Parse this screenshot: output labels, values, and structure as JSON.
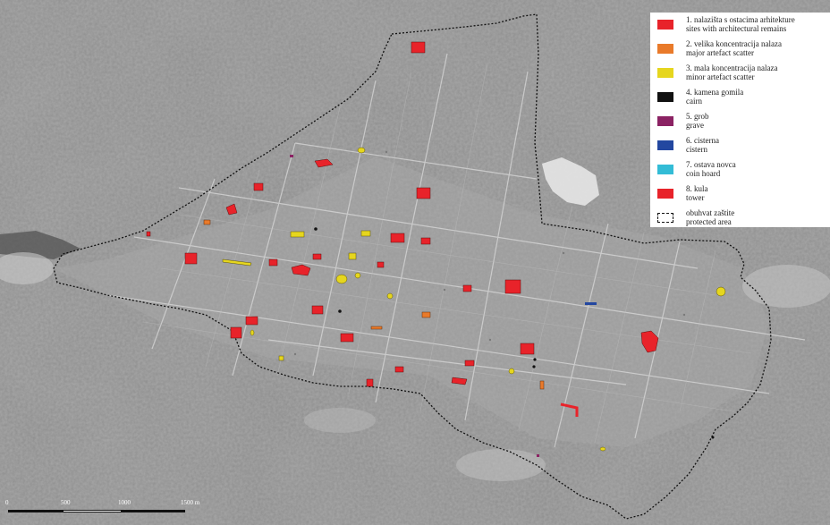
{
  "legend": {
    "items": [
      {
        "number": "1.",
        "label_hr": "nalazišta s ostacima arhitekture",
        "label_en": "sites with architectural remains",
        "color": "#e8232a"
      },
      {
        "number": "2.",
        "label_hr": "velika koncentracija nalaza",
        "label_en": "major artefact scatter",
        "color": "#e97a2a"
      },
      {
        "number": "3.",
        "label_hr": "mala koncentracija nalaza",
        "label_en": "minor artefact scatter",
        "color": "#e6d61e"
      },
      {
        "number": "4.",
        "label_hr": "kamena gomila",
        "label_en": "cairn",
        "color": "#111111"
      },
      {
        "number": "5.",
        "label_hr": "grob",
        "label_en": "grave",
        "color": "#8b2263"
      },
      {
        "number": "6.",
        "label_hr": "cisterna",
        "label_en": "cistern",
        "color": "#2347a0"
      },
      {
        "number": "7.",
        "label_hr": "ostava novca",
        "label_en": "coin hoard",
        "color": "#33bcd6"
      },
      {
        "number": "8.",
        "label_hr": "kula",
        "label_en": "tower",
        "color": "#e8232a"
      },
      {
        "number": "",
        "label_hr": "obuhvat zaštite",
        "label_en": "protected area",
        "color": "#ffffff"
      }
    ]
  },
  "scale_bar": {
    "labels": [
      "0",
      "500",
      "1000",
      "1500 m"
    ],
    "colors": {
      "dark": "#111111",
      "light": "#ffffff"
    }
  }
}
